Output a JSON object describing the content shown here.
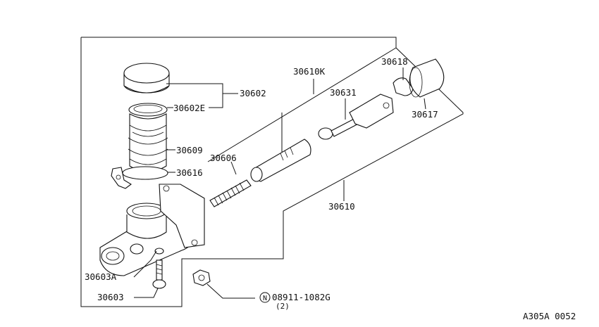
{
  "labels": {
    "p30602": "30602",
    "p30602E": "30602E",
    "p30609": "30609",
    "p30616": "30616",
    "p30606": "30606",
    "p30610K": "30610K",
    "p30631": "30631",
    "p30618": "30618",
    "p30617": "30617",
    "p30610": "30610",
    "p30603A": "30603A",
    "p30603": "30603",
    "nut_symbol": "N",
    "nut_part": "08911-1082G",
    "nut_qty": "(2)"
  },
  "diagram_code": "A305A 0052",
  "colors": {
    "line": "#111111",
    "background": "#ffffff"
  }
}
